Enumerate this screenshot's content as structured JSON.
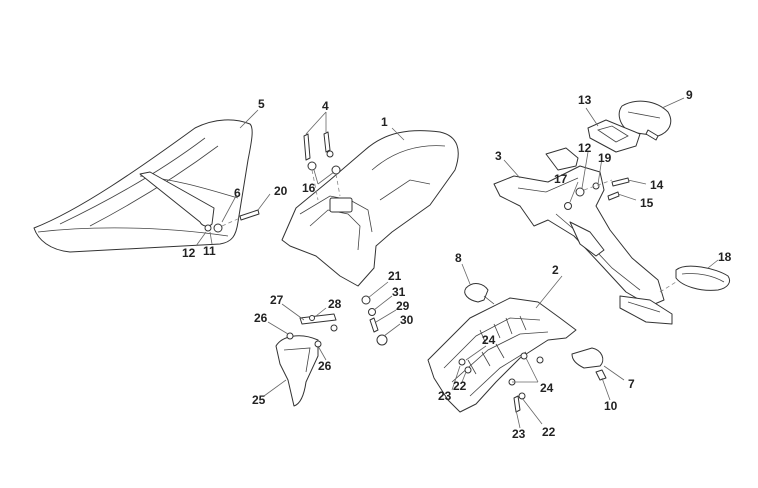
{
  "callouts": {
    "c1": "1",
    "c2": "2",
    "c3": "3",
    "c4": "4",
    "c5": "5",
    "c6": "6",
    "c7": "7",
    "c8": "8",
    "c9": "9",
    "c10": "10",
    "c11": "11",
    "c12a": "12",
    "c12b": "12",
    "c13": "13",
    "c14": "14",
    "c15": "15",
    "c16": "16",
    "c17": "17",
    "c18": "18",
    "c19": "19",
    "c20": "20",
    "c21": "21",
    "c22a": "22",
    "c22b": "22",
    "c23a": "23",
    "c23b": "23",
    "c24a": "24",
    "c24b": "24",
    "c25": "25",
    "c26a": "26",
    "c26b": "26",
    "c27": "27",
    "c28": "28",
    "c29": "29",
    "c30": "30",
    "c31": "31"
  }
}
